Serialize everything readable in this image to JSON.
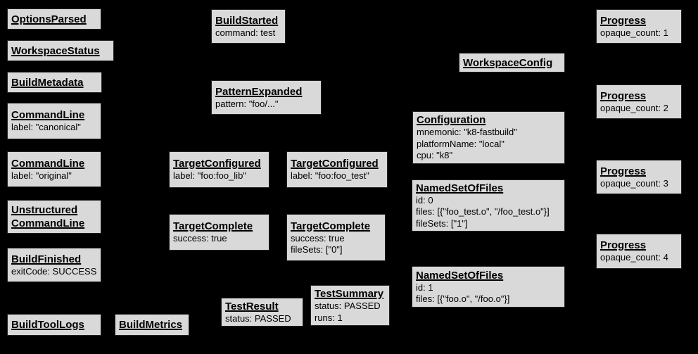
{
  "diagram": {
    "background_color": "#000000",
    "box_fill_color": "#d9d9d9",
    "box_border_color": "#222222",
    "text_color": "#000000"
  },
  "nodes": [
    {
      "title": "OptionsParsed",
      "lines": []
    },
    {
      "title": "WorkspaceStatus",
      "lines": []
    },
    {
      "title": "BuildMetadata",
      "lines": []
    },
    {
      "title": "CommandLine",
      "lines": [
        "label: \"canonical\""
      ]
    },
    {
      "title": "CommandLine",
      "lines": [
        "label: \"original\""
      ]
    },
    {
      "title": "Unstructured",
      "title2": "CommandLine",
      "lines": []
    },
    {
      "title": "BuildFinished",
      "lines": [
        "exitCode: SUCCESS"
      ]
    },
    {
      "title": "BuildToolLogs",
      "lines": []
    },
    {
      "title": "BuildMetrics",
      "lines": []
    },
    {
      "title": "BuildStarted",
      "lines": [
        "command: test"
      ]
    },
    {
      "title": "PatternExpanded",
      "lines": [
        "pattern: \"foo/...\""
      ]
    },
    {
      "title": "TargetConfigured",
      "lines": [
        "label: \"foo:foo_lib\""
      ]
    },
    {
      "title": "TargetConfigured",
      "lines": [
        "label: \"foo:foo_test\""
      ]
    },
    {
      "title": "TargetComplete",
      "lines": [
        "success: true"
      ]
    },
    {
      "title": "TargetComplete",
      "lines": [
        "success: true",
        "fileSets: [\"0\"]"
      ]
    },
    {
      "title": "TestResult",
      "lines": [
        "status: PASSED"
      ]
    },
    {
      "title": "TestSummary",
      "lines": [
        "status: PASSED",
        "runs: 1"
      ]
    },
    {
      "title": "WorkspaceConfig",
      "lines": []
    },
    {
      "title": "Configuration",
      "lines": [
        "mnemonic: \"k8-fastbuild\"",
        "platformName: \"local\"",
        "cpu: \"k8\""
      ]
    },
    {
      "title": "NamedSetOfFiles",
      "lines": [
        "id: 0",
        "files: [{\"foo_test.o\", \"/foo_test.o\"}]",
        "fileSets: [\"1\"]"
      ]
    },
    {
      "title": "NamedSetOfFiles",
      "lines": [
        "id: 1",
        "files: [{\"foo.o\", \"/foo.o\"}]"
      ]
    },
    {
      "title": "Progress",
      "lines": [
        "opaque_count: 1"
      ]
    },
    {
      "title": "Progress",
      "lines": [
        "opaque_count: 2"
      ]
    },
    {
      "title": "Progress",
      "lines": [
        "opaque_count: 3"
      ]
    },
    {
      "title": "Progress",
      "lines": [
        "opaque_count: 4"
      ]
    }
  ]
}
